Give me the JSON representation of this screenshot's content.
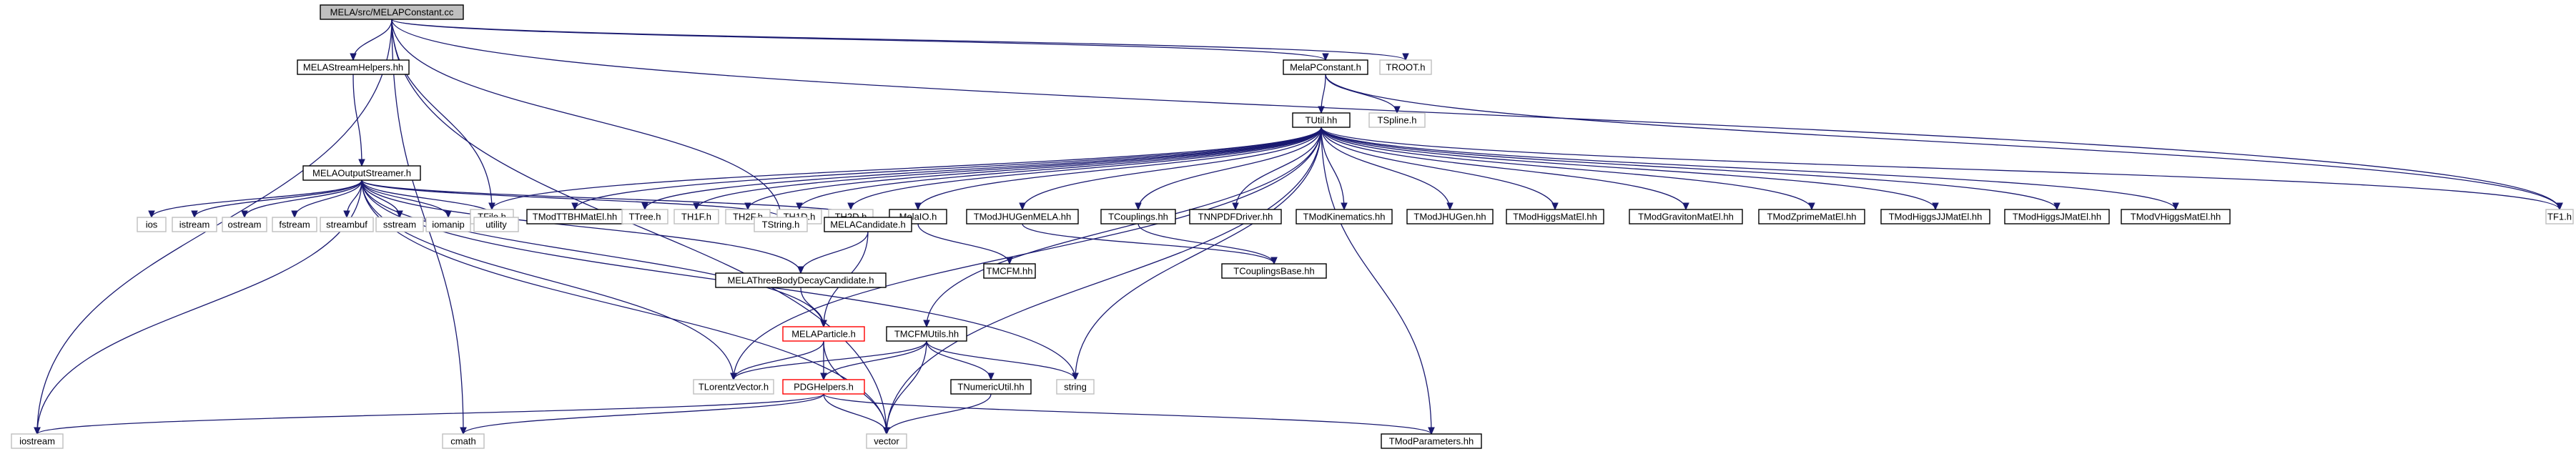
{
  "diagram": {
    "title": "",
    "colors": {
      "root_fill": "#bfbfbf",
      "root_stroke": "#000000",
      "documented_stroke": "#000000",
      "external_stroke": "#bfbfbf",
      "incomplete_stroke": "#ff0000",
      "edge": "#191970"
    },
    "nodes": [
      {
        "id": "root",
        "label": "MELA/src/MELAPConstant.cc",
        "kind": "root"
      },
      {
        "id": "streamhelpers",
        "label": "MELAStreamHelpers.hh",
        "kind": "documented"
      },
      {
        "id": "melapconst",
        "label": "MelaPConstant.h",
        "kind": "documented"
      },
      {
        "id": "troot",
        "label": "TROOT.h",
        "kind": "external"
      },
      {
        "id": "tspline",
        "label": "TSpline.h",
        "kind": "external"
      },
      {
        "id": "tutil",
        "label": "TUtil.hh",
        "kind": "documented"
      },
      {
        "id": "outstreamer",
        "label": "MELAOutputStreamer.h",
        "kind": "documented"
      },
      {
        "id": "tfile",
        "label": "TFile.h",
        "kind": "external"
      },
      {
        "id": "ttbh",
        "label": "TModTTBHMatEl.hh",
        "kind": "documented"
      },
      {
        "id": "ttree",
        "label": "TTree.h",
        "kind": "external"
      },
      {
        "id": "th1f",
        "label": "TH1F.h",
        "kind": "external"
      },
      {
        "id": "th2f",
        "label": "TH2F.h",
        "kind": "external"
      },
      {
        "id": "th1d",
        "label": "TH1D.h",
        "kind": "external"
      },
      {
        "id": "th2d",
        "label": "TH2D.h",
        "kind": "external"
      },
      {
        "id": "melaio",
        "label": "MelaIO.h",
        "kind": "documented"
      },
      {
        "id": "jhugenmela",
        "label": "TModJHUGenMELA.hh",
        "kind": "documented"
      },
      {
        "id": "tcouplings",
        "label": "TCouplings.hh",
        "kind": "documented"
      },
      {
        "id": "tnnpdf",
        "label": "TNNPDFDriver.hh",
        "kind": "documented"
      },
      {
        "id": "tkin",
        "label": "TModKinematics.hh",
        "kind": "documented"
      },
      {
        "id": "jhugen",
        "label": "TModJHUGen.hh",
        "kind": "documented"
      },
      {
        "id": "higgsmatel",
        "label": "TModHiggsMatEl.hh",
        "kind": "documented"
      },
      {
        "id": "graviton",
        "label": "TModGravitonMatEl.hh",
        "kind": "documented"
      },
      {
        "id": "zprime",
        "label": "TModZprimeMatEl.hh",
        "kind": "documented"
      },
      {
        "id": "higgsjj",
        "label": "TModHiggsJJMatEl.hh",
        "kind": "documented"
      },
      {
        "id": "higgsj",
        "label": "TModHiggsJMatEl.hh",
        "kind": "documented"
      },
      {
        "id": "vhiggs",
        "label": "TModVHiggsMatEl.hh",
        "kind": "documented"
      },
      {
        "id": "tf1",
        "label": "TF1.h",
        "kind": "external"
      },
      {
        "id": "ios",
        "label": "ios",
        "kind": "external"
      },
      {
        "id": "istream",
        "label": "istream",
        "kind": "external"
      },
      {
        "id": "ostream",
        "label": "ostream",
        "kind": "external"
      },
      {
        "id": "fstream",
        "label": "fstream",
        "kind": "external"
      },
      {
        "id": "streambuf",
        "label": "streambuf",
        "kind": "external"
      },
      {
        "id": "sstream",
        "label": "sstream",
        "kind": "external"
      },
      {
        "id": "iomanip",
        "label": "iomanip",
        "kind": "external"
      },
      {
        "id": "utility",
        "label": "utility",
        "kind": "external"
      },
      {
        "id": "tstring",
        "label": "TString.h",
        "kind": "external"
      },
      {
        "id": "melacand",
        "label": "MELACandidate.h",
        "kind": "documented"
      },
      {
        "id": "tmcfm",
        "label": "TMCFM.hh",
        "kind": "documented"
      },
      {
        "id": "tcouplingsbase",
        "label": "TCouplingsBase.hh",
        "kind": "documented"
      },
      {
        "id": "threebody",
        "label": "MELAThreeBodyDecayCandidate.h",
        "kind": "documented"
      },
      {
        "id": "melaparticle",
        "label": "MELAParticle.h",
        "kind": "incomplete"
      },
      {
        "id": "tmcfmutils",
        "label": "TMCFMUtils.hh",
        "kind": "documented"
      },
      {
        "id": "string",
        "label": "string",
        "kind": "external"
      },
      {
        "id": "tlorentz",
        "label": "TLorentzVector.h",
        "kind": "external"
      },
      {
        "id": "pdghelpers",
        "label": "PDGHelpers.h",
        "kind": "incomplete"
      },
      {
        "id": "tnumeric",
        "label": "TNumericUtil.hh",
        "kind": "documented"
      },
      {
        "id": "iostream",
        "label": "iostream",
        "kind": "external"
      },
      {
        "id": "cmath",
        "label": "cmath",
        "kind": "external"
      },
      {
        "id": "vector",
        "label": "vector",
        "kind": "external"
      },
      {
        "id": "tmodparams",
        "label": "TModParameters.hh",
        "kind": "documented"
      }
    ],
    "edges": [
      [
        "root",
        "streamhelpers"
      ],
      [
        "root",
        "melapconst"
      ],
      [
        "root",
        "troot"
      ],
      [
        "root",
        "tfile"
      ],
      [
        "root",
        "tstring"
      ],
      [
        "root",
        "iostream"
      ],
      [
        "root",
        "cmath"
      ],
      [
        "root",
        "vector"
      ],
      [
        "root",
        "tf1"
      ],
      [
        "streamhelpers",
        "outstreamer"
      ],
      [
        "melapconst",
        "tutil"
      ],
      [
        "melapconst",
        "tspline"
      ],
      [
        "melapconst",
        "tf1"
      ],
      [
        "tutil",
        "tfile"
      ],
      [
        "tutil",
        "ttbh"
      ],
      [
        "tutil",
        "ttree"
      ],
      [
        "tutil",
        "th1f"
      ],
      [
        "tutil",
        "th2f"
      ],
      [
        "tutil",
        "th1d"
      ],
      [
        "tutil",
        "th2d"
      ],
      [
        "tutil",
        "melaio"
      ],
      [
        "tutil",
        "jhugenmela"
      ],
      [
        "tutil",
        "tcouplings"
      ],
      [
        "tutil",
        "tnnpdf"
      ],
      [
        "tutil",
        "tkin"
      ],
      [
        "tutil",
        "jhugen"
      ],
      [
        "tutil",
        "higgsmatel"
      ],
      [
        "tutil",
        "graviton"
      ],
      [
        "tutil",
        "zprime"
      ],
      [
        "tutil",
        "higgsjj"
      ],
      [
        "tutil",
        "higgsj"
      ],
      [
        "tutil",
        "vhiggs"
      ],
      [
        "tutil",
        "tf1"
      ],
      [
        "tutil",
        "tmcfmutils"
      ],
      [
        "tutil",
        "string"
      ],
      [
        "tutil",
        "tlorentz"
      ],
      [
        "tutil",
        "vector"
      ],
      [
        "tutil",
        "tmodparams"
      ],
      [
        "outstreamer",
        "ios"
      ],
      [
        "outstreamer",
        "istream"
      ],
      [
        "outstreamer",
        "ostream"
      ],
      [
        "outstreamer",
        "fstream"
      ],
      [
        "outstreamer",
        "streambuf"
      ],
      [
        "outstreamer",
        "sstream"
      ],
      [
        "outstreamer",
        "iomanip"
      ],
      [
        "outstreamer",
        "utility"
      ],
      [
        "outstreamer",
        "tstring"
      ],
      [
        "outstreamer",
        "melacand"
      ],
      [
        "outstreamer",
        "threebody"
      ],
      [
        "outstreamer",
        "string"
      ],
      [
        "outstreamer",
        "iostream"
      ],
      [
        "outstreamer",
        "tlorentz"
      ],
      [
        "outstreamer",
        "vector"
      ],
      [
        "outstreamer",
        "melaparticle"
      ],
      [
        "melaio",
        "melacand"
      ],
      [
        "melaio",
        "tmcfm"
      ],
      [
        "tcouplings",
        "tcouplingsbase"
      ],
      [
        "jhugenmela",
        "tcouplingsbase"
      ],
      [
        "melacand",
        "threebody"
      ],
      [
        "melacand",
        "melaparticle"
      ],
      [
        "threebody",
        "melaparticle"
      ],
      [
        "melaparticle",
        "tlorentz"
      ],
      [
        "melaparticle",
        "pdghelpers"
      ],
      [
        "melaparticle",
        "vector"
      ],
      [
        "tmcfmutils",
        "tlorentz"
      ],
      [
        "tmcfmutils",
        "pdghelpers"
      ],
      [
        "tmcfmutils",
        "tnumeric"
      ],
      [
        "tmcfmutils",
        "vector"
      ],
      [
        "tmcfmutils",
        "string"
      ],
      [
        "pdghelpers",
        "iostream"
      ],
      [
        "pdghelpers",
        "cmath"
      ],
      [
        "pdghelpers",
        "vector"
      ],
      [
        "pdghelpers",
        "tmodparams"
      ],
      [
        "tnumeric",
        "vector"
      ]
    ]
  }
}
